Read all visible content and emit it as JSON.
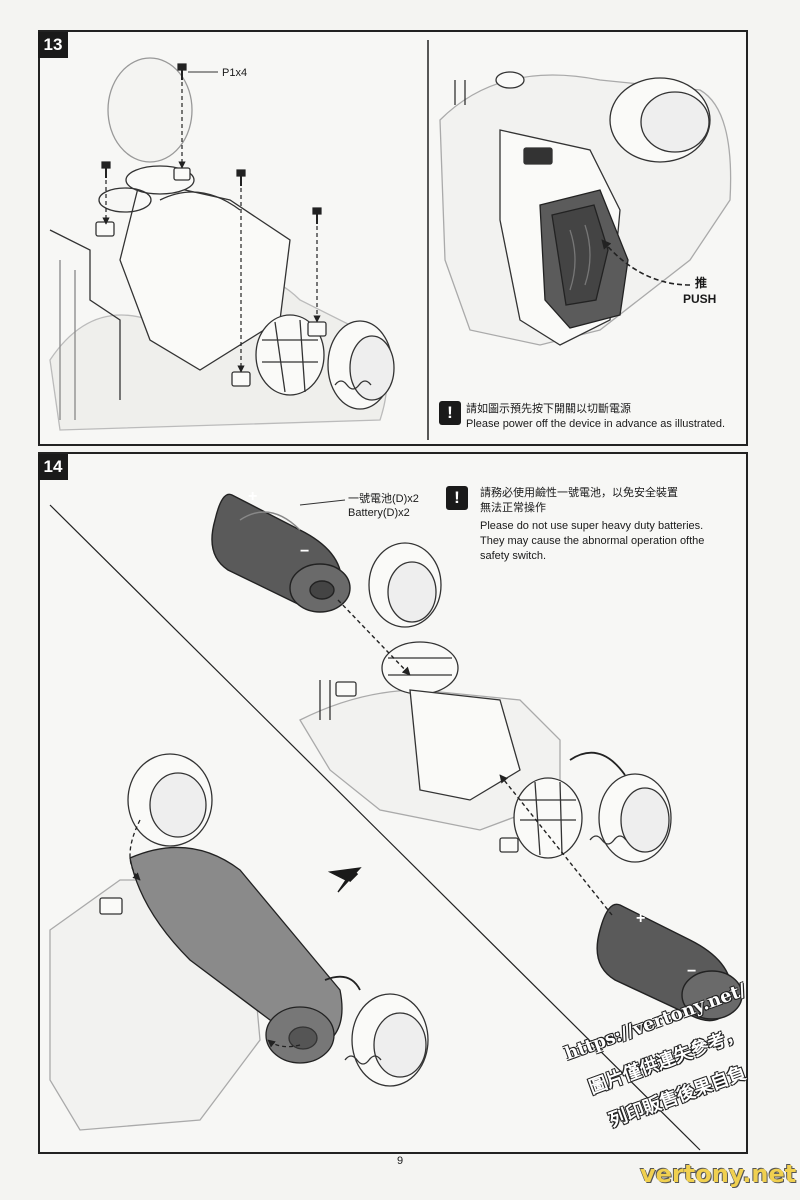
{
  "page": {
    "number": "9"
  },
  "step13": {
    "badge": "13",
    "screw_label": "P1x4",
    "push_label_zh": "推",
    "push_label_en": "PUSH",
    "warning_zh": "請如圖示預先按下開關以切斷電源",
    "warning_en": "Please power off the device in advance as illustrated."
  },
  "step14": {
    "badge": "14",
    "battery_label_zh": "一號電池(D)x2",
    "battery_label_en": "Battery(D)x2",
    "warning_zh_line1": "請務必使用鹼性一號電池，以免安全裝置",
    "warning_zh_line2": "無法正常操作",
    "warning_en_line1": "Please do not use super heavy duty batteries.",
    "warning_en_line2": "They may cause the abnormal operation ofthe",
    "warning_en_line3": "safety switch.",
    "plus_sign": "+",
    "minus_sign": "−"
  },
  "watermark": {
    "url": "https://vertony.net/",
    "line1": "圖片僅供連失參考，",
    "line2": "列印販售後果自負",
    "brand": "vertony.net"
  },
  "icons": {
    "warning": "!",
    "arrow": "arrow-icon"
  }
}
